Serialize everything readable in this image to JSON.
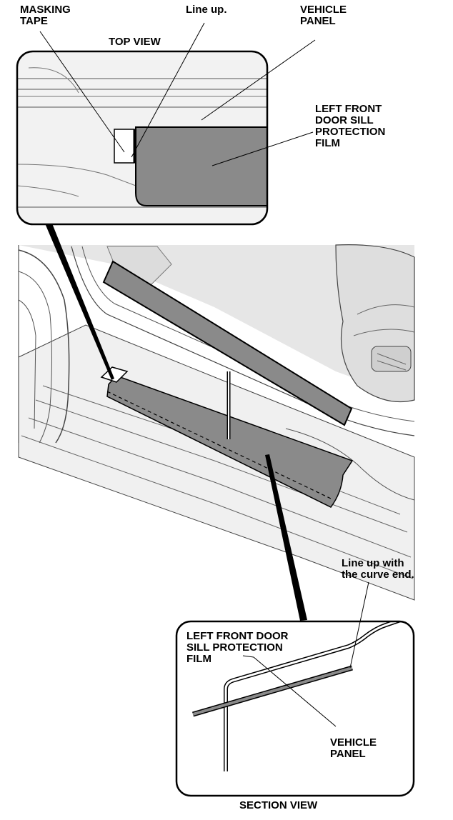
{
  "labels": {
    "masking_tape": "MASKING\nTAPE",
    "line_up": "Line up.",
    "vehicle_panel_top": "VEHICLE\nPANEL",
    "top_view": "TOP VIEW",
    "film_top": "LEFT FRONT\nDOOR SILL\nPROTECTION\nFILM",
    "line_up_curve": "Line up with\nthe curve end.",
    "film_section": "LEFT FRONT DOOR\nSILL PROTECTION\nFILM",
    "vehicle_panel_section": "VEHICLE\nPANEL",
    "section_view": "SECTION VIEW"
  },
  "colors": {
    "film": "#8a8a8a",
    "panel": "#e8e8e8",
    "panel_light": "#f2f2f2",
    "line": "#000000"
  }
}
